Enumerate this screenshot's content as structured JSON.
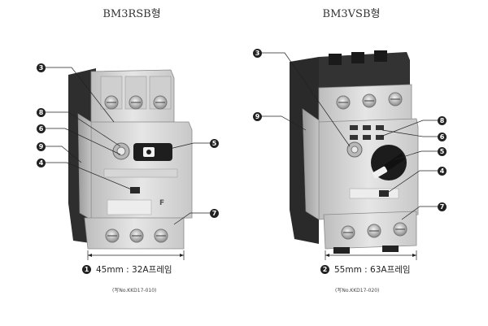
{
  "left": {
    "title": "BM3RSB형",
    "dimension_number": "1",
    "dimension_text": "45mm : 32A프레임",
    "caption": "(写No.KKD17-010)",
    "callouts": [
      "3",
      "8",
      "6",
      "9",
      "4",
      "5",
      "7"
    ]
  },
  "right": {
    "title": "BM3VSB형",
    "dimension_number": "2",
    "dimension_text": "55mm : 63A프레임",
    "caption": "(写No.KKD17-020)",
    "callouts": [
      "3",
      "9",
      "8",
      "6",
      "5",
      "4",
      "7"
    ]
  },
  "colors": {
    "device_light": "#dcdcdc",
    "device_dark": "#2a2a2a",
    "marker": "#222222"
  }
}
